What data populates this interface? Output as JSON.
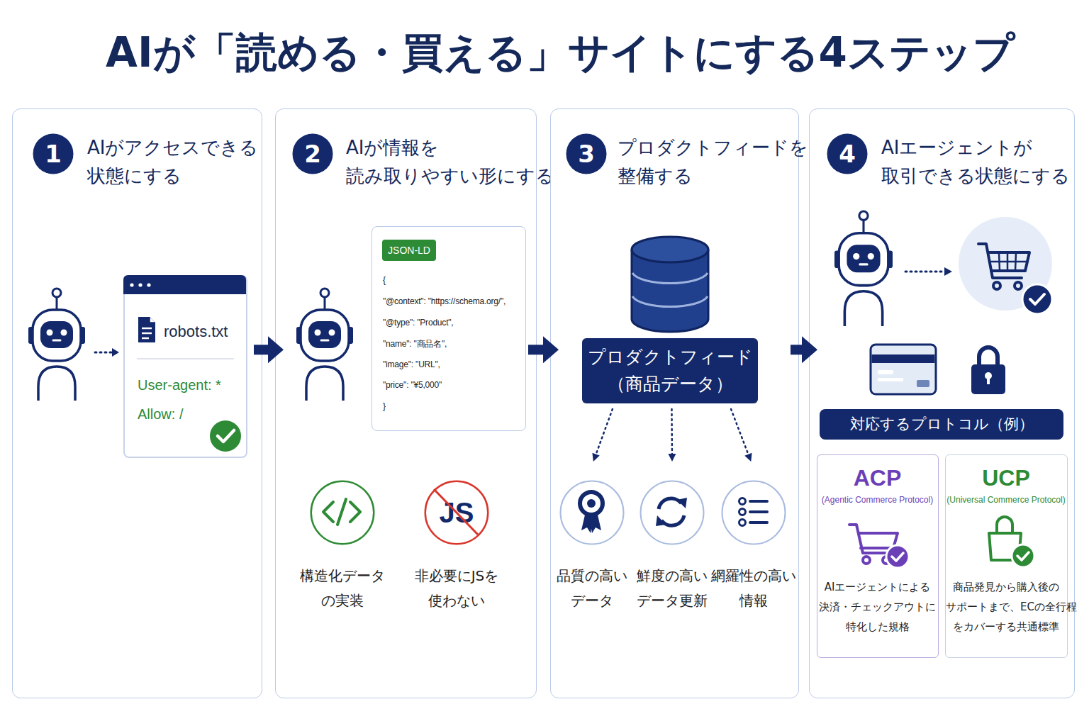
{
  "diagram": {
    "title": "AIが「読める・買える」サイトにする4ステップ",
    "nodes": [
      {
        "text": [
          "AIがアクセスできる 状態にする"
        ]
      },
      {
        "text": [
          "1"
        ],
        "in": 0
      },
      {
        "text": [
          "robots.txt",
          "User-agent: *",
          "Allow: /"
        ],
        "in": 0
      },
      {
        "text": [
          "AIが情報を 読み取りやすい形にする"
        ]
      },
      {
        "text": [
          "2"
        ],
        "in": 3
      },
      {
        "text": [
          "{",
          "\"@context\": \"https://schema.org/\",",
          "\"@type\": \"Product\",",
          "\"name\": \"商品名\",",
          "\"image\": \"URL\",",
          "\"price\": \"¥5,000\"",
          "}"
        ],
        "in": 3
      },
      {
        "text": [
          "JSON-LD"
        ],
        "in": 5
      },
      {
        "text": [
          "構造化データ の実装"
        ],
        "in": 3
      },
      {
        "text": [
          "JS",
          "非必要にJSを 使わない"
        ],
        "in": 3
      },
      {
        "text": [
          "プロダクトフィードを 整備する"
        ]
      },
      {
        "text": [
          "3"
        ],
        "in": 9
      },
      {
        "text": [
          "プロダクトフィード （商品データ）"
        ],
        "in": 9
      },
      {
        "text": [
          "品質の高い データ"
        ],
        "in": 9
      },
      {
        "text": [
          "鮮度の高い データ更新"
        ],
        "in": 9
      },
      {
        "text": [
          "網羅性の高い 情報"
        ],
        "in": 9
      },
      {
        "text": [
          "AIエージェントが 取引できる状態にする"
        ]
      },
      {
        "text": [
          "4"
        ],
        "in": 15
      },
      {
        "text": [
          "対応するプロトコル（例）"
        ],
        "in": 15
      },
      {
        "text": [
          "ACP",
          "(Agentic Commerce Protocol)",
          "AIエージェントによる 決済・チェックアウトに 特化した規格"
        ],
        "in": 15
      },
      {
        "text": [
          "UCP",
          "(Universal Commerce Protocol)",
          "商品発見から購入後の サポートまで、ECの全行程 をカバーする共通標準"
        ],
        "in": 15
      }
    ],
    "edges": [
      {
        "from": 0,
        "to": 3,
        "arrow": "to"
      },
      {
        "from": 3,
        "to": 9,
        "arrow": "to"
      },
      {
        "from": 9,
        "to": 15,
        "arrow": "to"
      },
      {
        "from": 11,
        "to": 12,
        "arrow": "to"
      },
      {
        "from": 11,
        "to": 13,
        "arrow": "to"
      },
      {
        "from": 11,
        "to": 14,
        "arrow": "to"
      }
    ]
  }
}
